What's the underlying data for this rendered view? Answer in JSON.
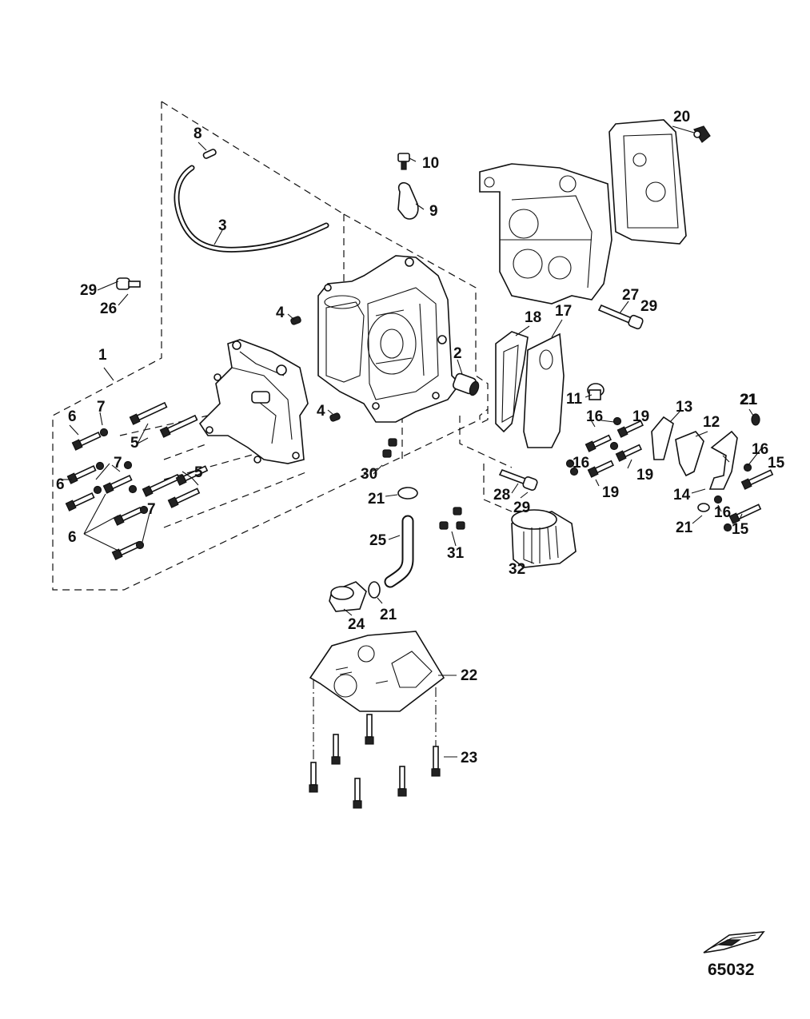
{
  "diagram": {
    "figure_number": "65032",
    "callouts": [
      "1",
      "2",
      "3",
      "4",
      "4",
      "5",
      "5",
      "6",
      "6",
      "6",
      "7",
      "7",
      "7",
      "8",
      "9",
      "10",
      "11",
      "12",
      "13",
      "14",
      "15",
      "15",
      "16",
      "16",
      "16",
      "16",
      "17",
      "18",
      "19",
      "19",
      "19",
      "20",
      "21",
      "21",
      "21",
      "21",
      "21",
      "22",
      "23",
      "24",
      "25",
      "26",
      "27",
      "28",
      "29",
      "29",
      "29",
      "30",
      "31",
      "32"
    ]
  }
}
